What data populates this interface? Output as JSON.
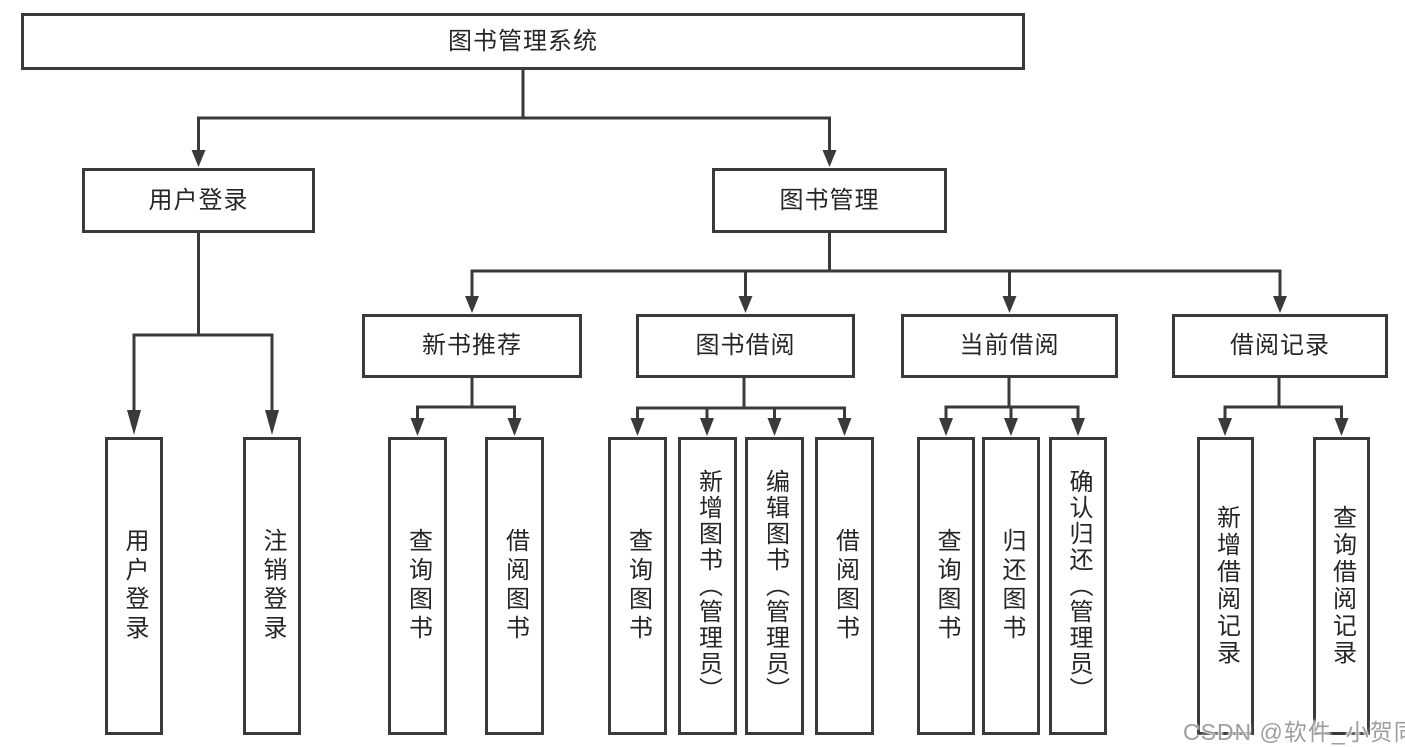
{
  "diagram": {
    "tree": {
      "label": "图书管理系统",
      "children": [
        {
          "label": "用户登录",
          "children": [
            {
              "label": "用户登录"
            },
            {
              "label": "注销登录"
            }
          ]
        },
        {
          "label": "图书管理",
          "children": [
            {
              "label": "新书推荐",
              "children": [
                {
                  "label": "查询图书"
                },
                {
                  "label": "借阅图书"
                }
              ]
            },
            {
              "label": "图书借阅",
              "children": [
                {
                  "label": "查询图书"
                },
                {
                  "label": "新增图书（管理员）"
                },
                {
                  "label": "编辑图书（管理员）"
                },
                {
                  "label": "借阅图书"
                }
              ]
            },
            {
              "label": "当前借阅",
              "children": [
                {
                  "label": "查询图书"
                },
                {
                  "label": "归还图书"
                },
                {
                  "label": "确认归还（管理员）"
                }
              ]
            },
            {
              "label": "借阅记录",
              "children": [
                {
                  "label": "新增借阅记录"
                },
                {
                  "label": "查询借阅记录"
                }
              ]
            }
          ]
        }
      ]
    },
    "colors": {
      "line": "#3a3a3a",
      "box_border": "#3a3a3a",
      "text": "#262626",
      "background": "#ffffff",
      "watermark": "#9e9e9e"
    }
  },
  "watermark": {
    "text": "CSDN @软件_小贺同学"
  }
}
